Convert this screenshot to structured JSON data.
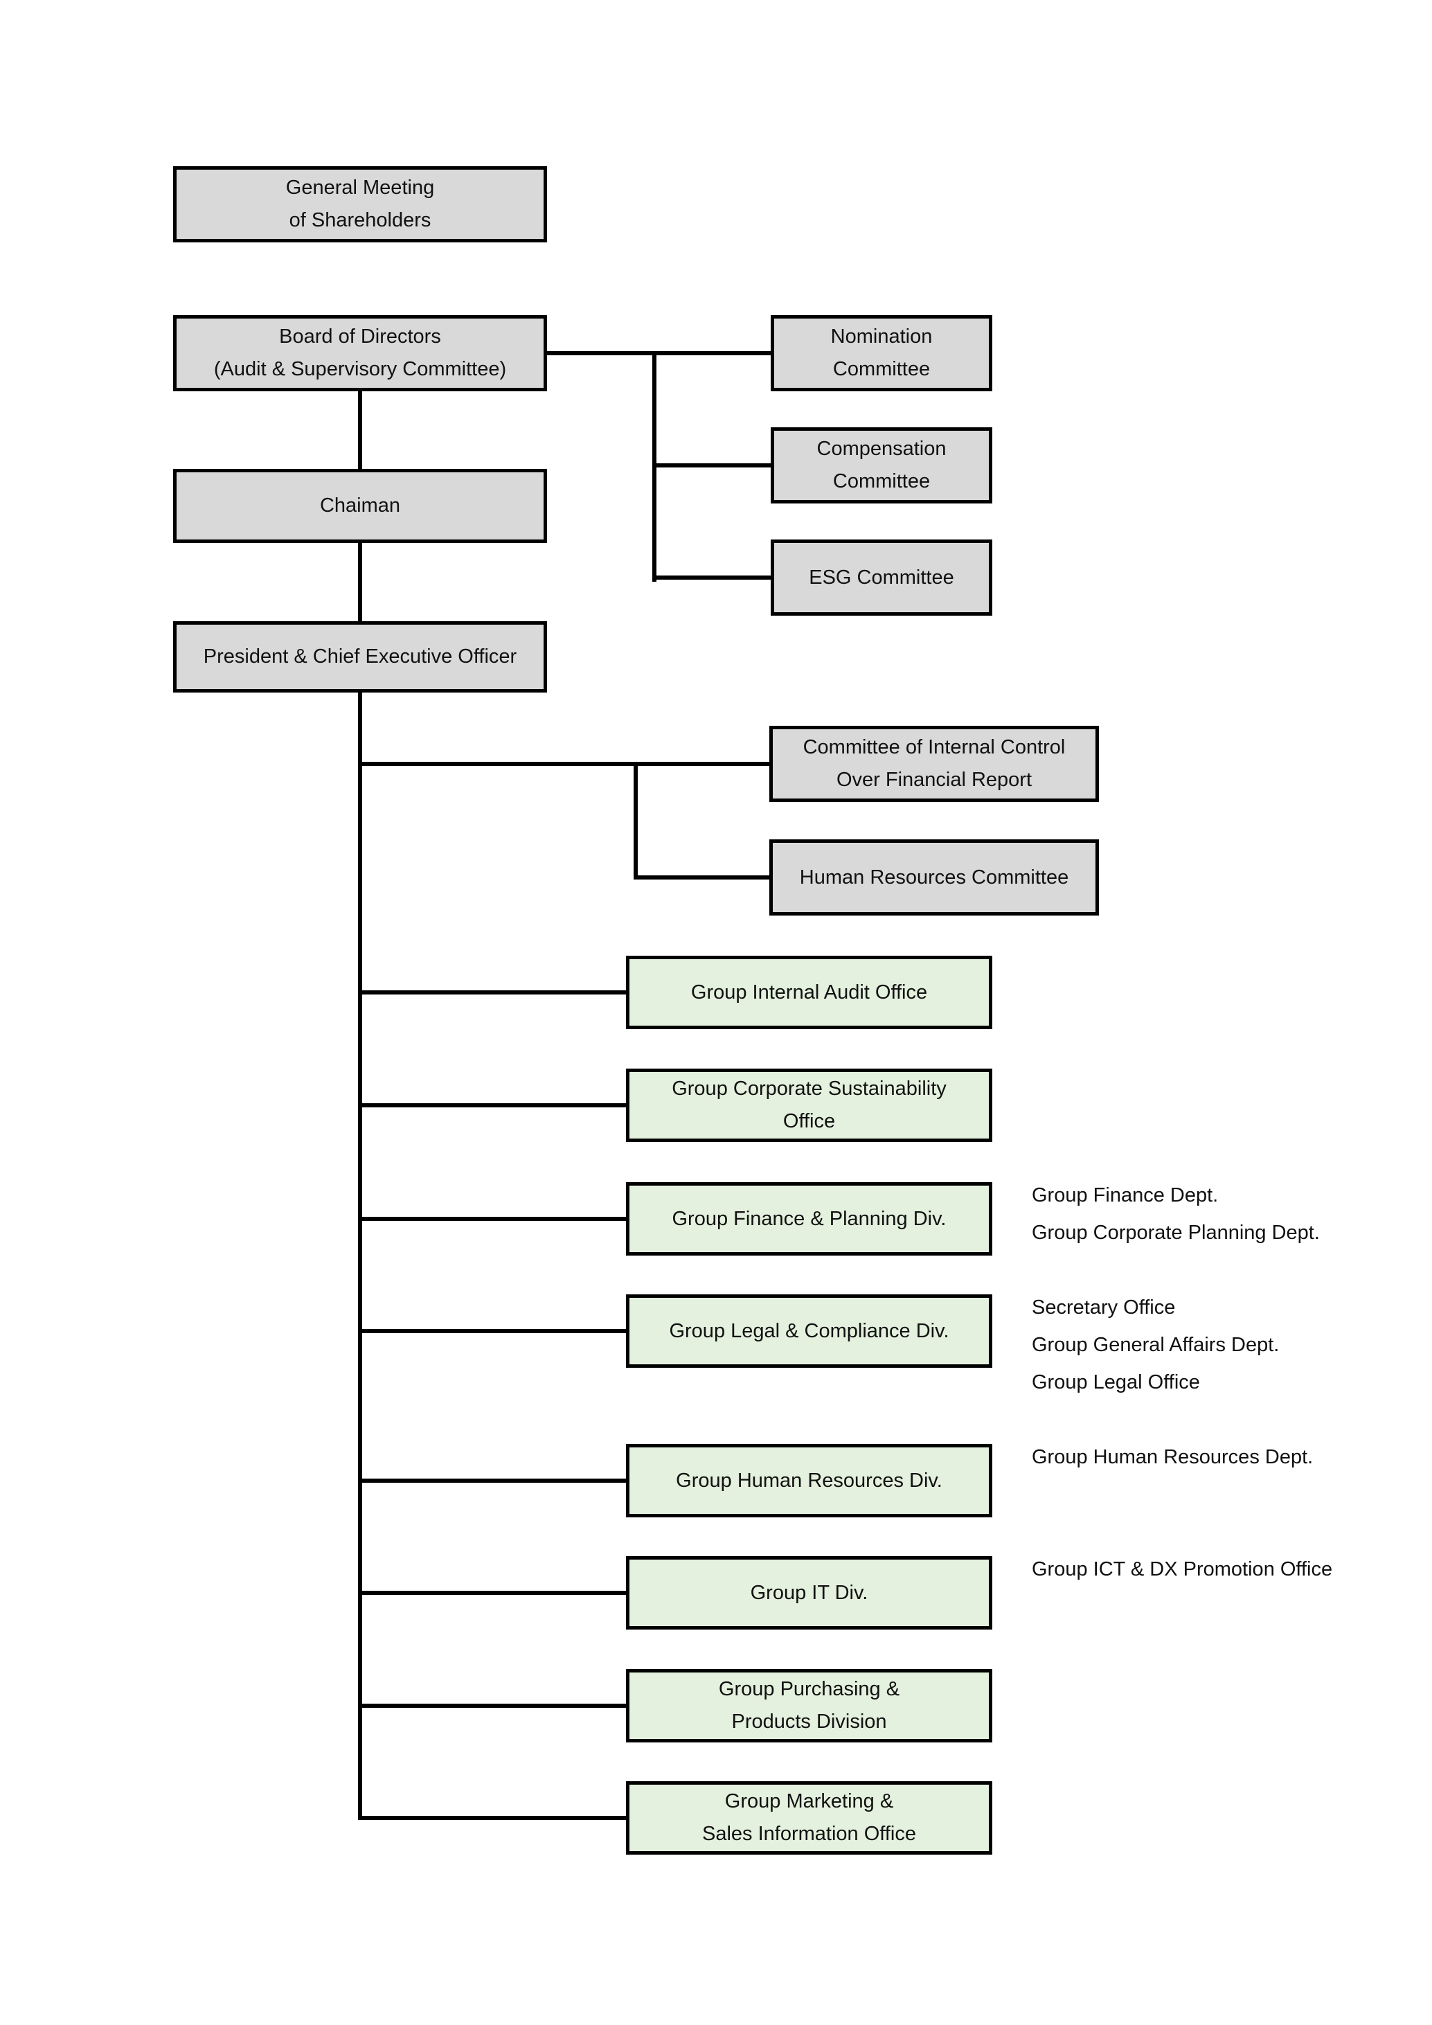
{
  "colors": {
    "gray_fill": "#d9d9d9",
    "green_fill": "#e4f1de",
    "border": "#000000",
    "text": "#111111"
  },
  "nodes": {
    "general_meeting": {
      "lines": [
        "General Meeting",
        "of Shareholders"
      ]
    },
    "board": {
      "lines": [
        "Board of Directors",
        "(Audit & Supervisory Committee)"
      ]
    },
    "chairman": {
      "lines": [
        "Chaiman"
      ]
    },
    "president": {
      "lines": [
        "President & Chief Executive Officer"
      ]
    },
    "nomination": {
      "lines": [
        "Nomination",
        "Committee"
      ]
    },
    "compensation": {
      "lines": [
        "Compensation",
        "Committee"
      ]
    },
    "esg": {
      "lines": [
        "ESG Committee"
      ]
    },
    "internal_control": {
      "lines": [
        "Committee of Internal Control",
        "Over Financial Report"
      ]
    },
    "hr_committee": {
      "lines": [
        "Human Resources Committee"
      ]
    },
    "internal_audit": {
      "lines": [
        "Group Internal Audit Office"
      ]
    },
    "sustainability": {
      "lines": [
        "Group Corporate Sustainability",
        "Office"
      ]
    },
    "finance": {
      "lines": [
        "Group Finance & Planning Div."
      ]
    },
    "legal": {
      "lines": [
        "Group Legal & Compliance Div."
      ]
    },
    "human_resources": {
      "lines": [
        "Group Human Resources Div."
      ]
    },
    "it": {
      "lines": [
        "Group IT Div."
      ]
    },
    "purchasing": {
      "lines": [
        "Group Purchasing &",
        "Products Division"
      ]
    },
    "marketing": {
      "lines": [
        "Group Marketing &",
        "Sales Information Office"
      ]
    }
  },
  "annotations": {
    "finance": [
      "Group Finance Dept.",
      "Group Corporate Planning Dept."
    ],
    "legal": [
      "Secretary Office",
      "Group General Affairs Dept.",
      "Group Legal Office"
    ],
    "human_resources": [
      "Group Human Resources Dept."
    ],
    "it": [
      "Group ICT & DX Promotion Office"
    ]
  }
}
